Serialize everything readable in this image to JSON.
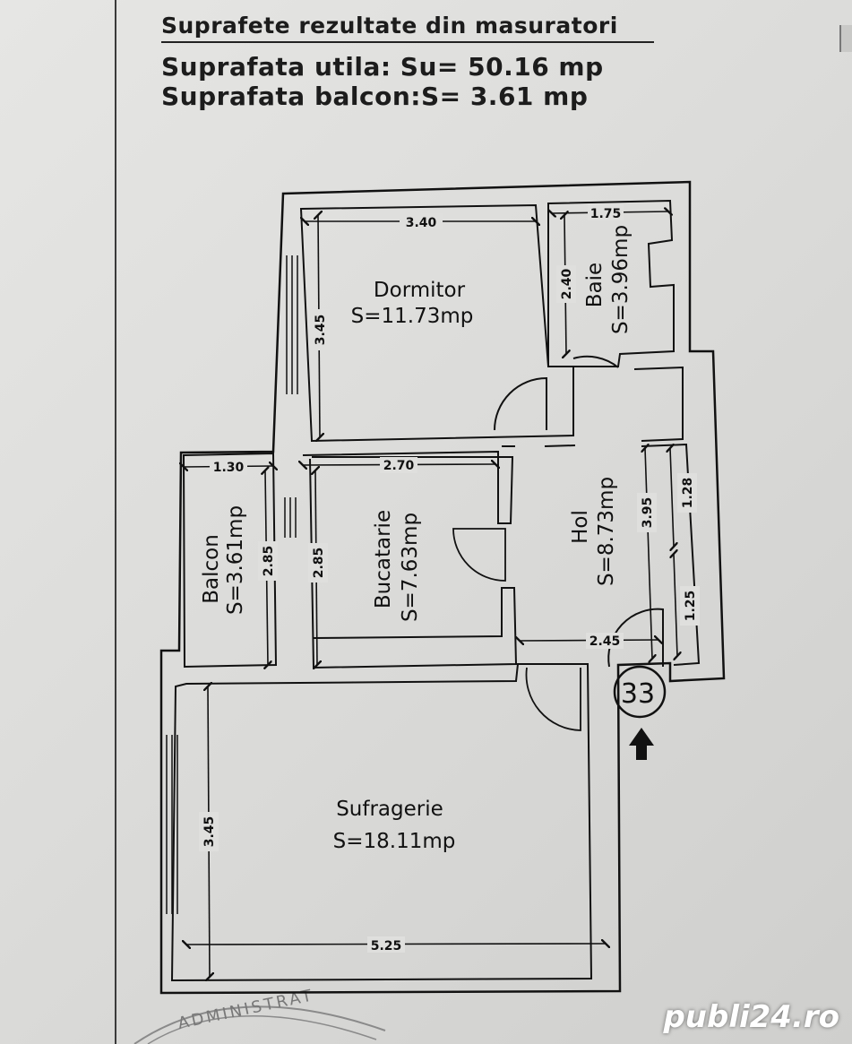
{
  "header": {
    "title": "Suprafete rezultate din masuratori",
    "useful_area": "Suprafata utila: Su= 50.16 mp",
    "balcony_area": "Suprafata balcon:S= 3.61 mp"
  },
  "rooms": {
    "dormitor": {
      "name": "Dormitor",
      "area": "S=11.73mp",
      "width": "3.40",
      "height": "3.45"
    },
    "baie": {
      "name": "Baie",
      "area": "S=3.96mp",
      "width": "1.75",
      "height": "2.40"
    },
    "balcon": {
      "name": "Balcon",
      "area": "S=3.61mp",
      "width": "1.30",
      "height": "2.85"
    },
    "bucatarie": {
      "name": "Bucatarie",
      "area": "S=7.63mp",
      "width": "2.70",
      "height": "2.85"
    },
    "hol": {
      "name": "Hol",
      "area": "S=8.73mp",
      "width": "2.45",
      "height": "3.95",
      "closet_top": "1.28",
      "closet_bottom": "1.25"
    },
    "sufragerie": {
      "name": "Sufragerie",
      "area": "S=18.11mp",
      "width": "5.25",
      "height": "3.45"
    }
  },
  "apartment_number": "33",
  "stamp_text": "ADMINISTRAT",
  "watermark": "publi24.ro",
  "colors": {
    "ink": "#111111",
    "paper": "#dddddc",
    "stamp": "#777777"
  }
}
